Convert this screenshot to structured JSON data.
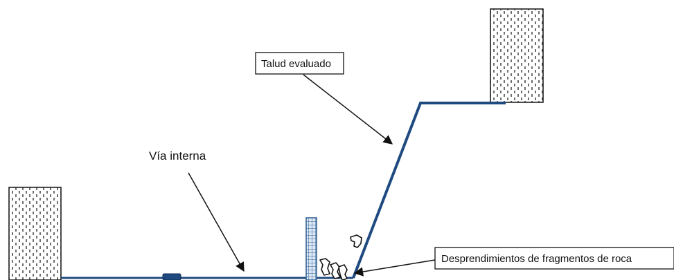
{
  "labels": {
    "talud": "Talud evaluado",
    "via": "Vía interna",
    "desprendimientos": "Desprendimientos de fragmentos de roca"
  },
  "colors": {
    "slope_line": "#1f4a80",
    "box_border": "#111111",
    "pattern": "#222222",
    "column_fill": "#dce8f4",
    "column_grid": "#2a5a90",
    "arrow": "#111111",
    "background": "#ffffff"
  }
}
